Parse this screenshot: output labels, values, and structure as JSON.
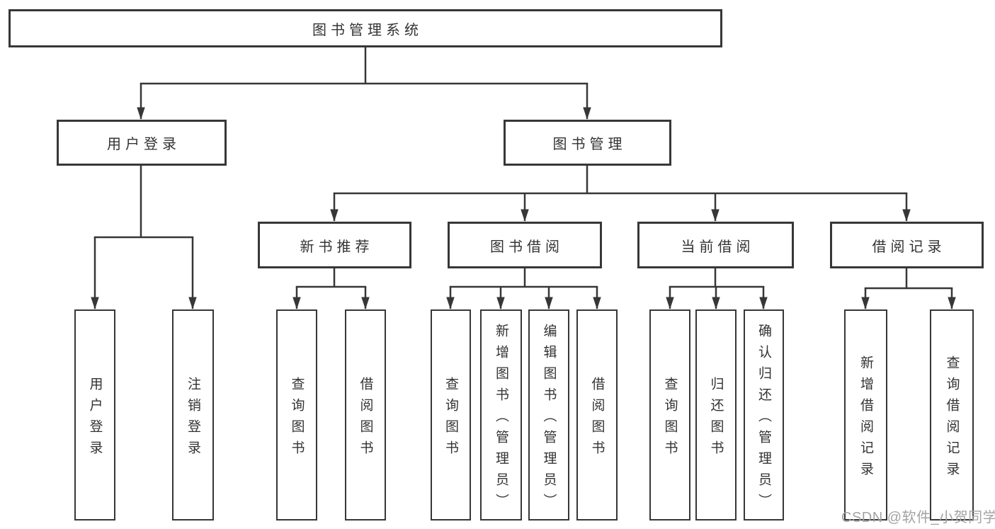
{
  "tree": {
    "label": "图书管理系统",
    "children": [
      {
        "label": "用户登录",
        "children": [
          {
            "label": "用户登录"
          },
          {
            "label": "注销登录"
          }
        ]
      },
      {
        "label": "图书管理",
        "children": [
          {
            "label": "新书推荐",
            "children": [
              {
                "label": "查询图书"
              },
              {
                "label": "借阅图书"
              }
            ]
          },
          {
            "label": "图书借阅",
            "children": [
              {
                "label": "查询图书"
              },
              {
                "label": "新增图书（管理员）"
              },
              {
                "label": "编辑图书（管理员）"
              },
              {
                "label": "借阅图书"
              }
            ]
          },
          {
            "label": "当前借阅",
            "children": [
              {
                "label": "查询图书"
              },
              {
                "label": "归还图书"
              },
              {
                "label": "确认归还（管理员）"
              }
            ]
          },
          {
            "label": "借阅记录",
            "children": [
              {
                "label": "新增借阅记录"
              },
              {
                "label": "查询借阅记录"
              }
            ]
          }
        ]
      }
    ]
  },
  "watermark": {
    "text": "CSDN @软件_小贺同学"
  },
  "colors": {
    "line": "#373737",
    "text": "#333333",
    "watermark": "#a3a3a3",
    "bg": "#ffffff"
  }
}
